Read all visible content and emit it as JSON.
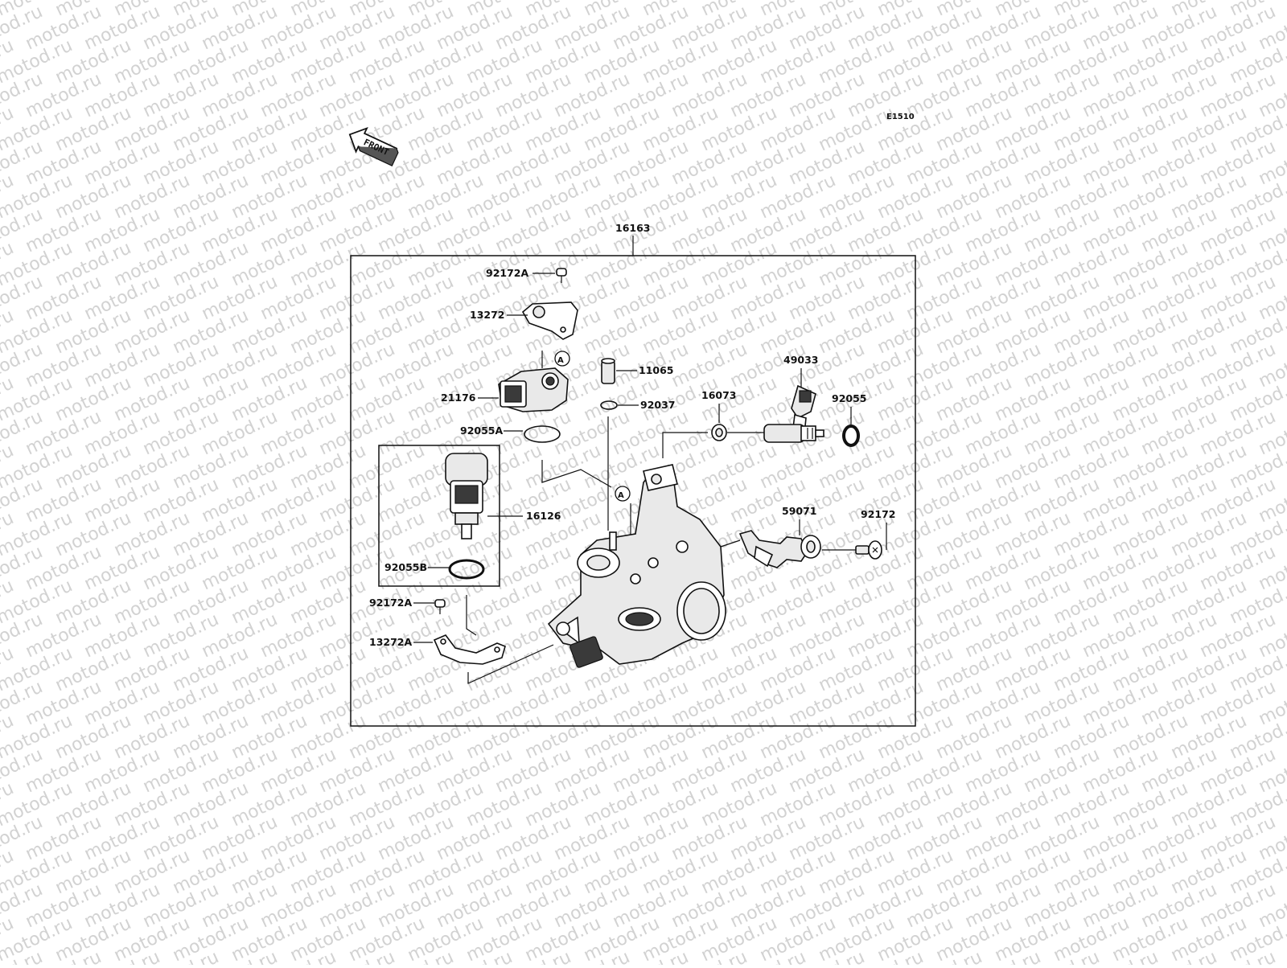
{
  "watermark_text": "motod.ru",
  "diagram_code": "E1510",
  "front_arrow_label": "FRONT",
  "assembly_label": "16163",
  "reference_marker": "A",
  "callouts": {
    "screw_top": "92172A",
    "bracket_top": "13272",
    "sensor_21176": "21176",
    "oring_92055A": "92055A",
    "pin_11065": "11065",
    "oring_92037": "92037",
    "sensor_16126": "16126",
    "oring_92055B": "92055B",
    "screw_bottom": "92172A",
    "bracket_bottom": "13272A",
    "washer_16073": "16073",
    "injector_49033": "49033",
    "oring_92055": "92055",
    "lever_59071": "59071",
    "screw_right": "92172"
  }
}
